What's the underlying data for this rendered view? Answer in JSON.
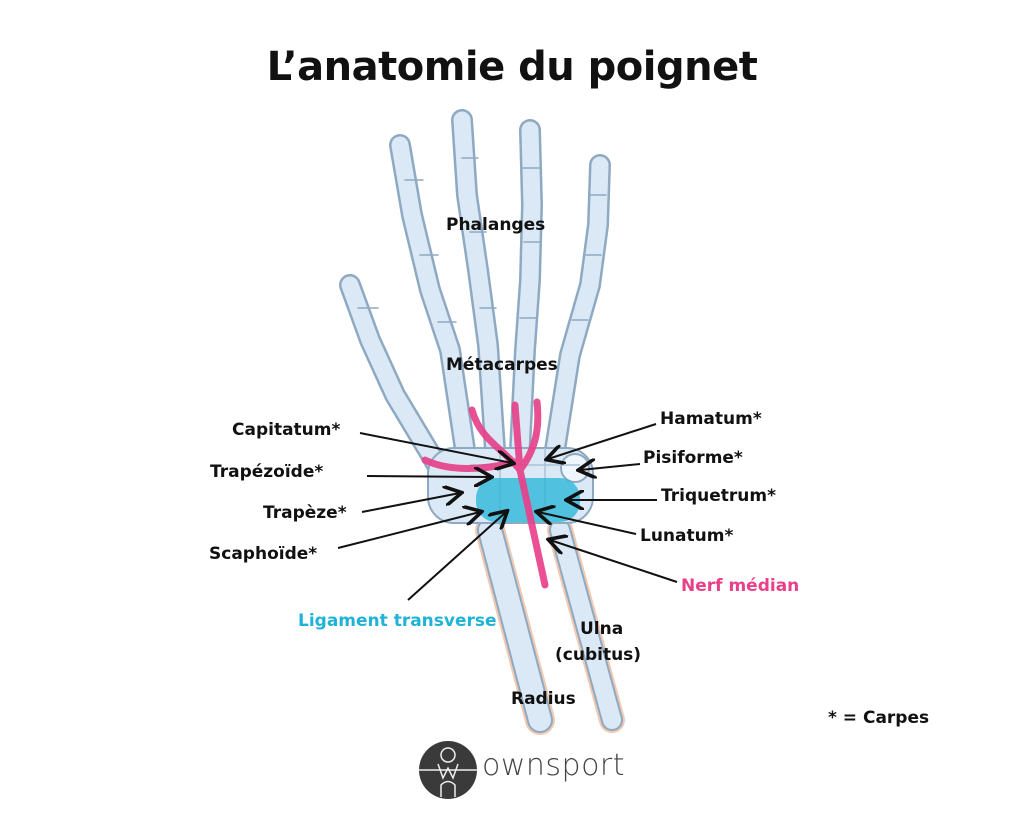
{
  "title": "L’anatomie du poignet",
  "labels": {
    "phalanges": "Phalanges",
    "metacarpes": "Métacarpes",
    "capitatum": "Capitatum*",
    "trapezoide": "Trapézoïde*",
    "trapeze": "Trapèze*",
    "scaphoide": "Scaphoïde*",
    "hamatum": "Hamatum*",
    "pisiforme": "Pisiforme*",
    "triquetrum": "Triquetrum*",
    "lunatum": "Lunatum*",
    "nerf_median": "Nerf médian",
    "ligament": "Ligament transverse",
    "ulna": "Ulna",
    "cubitus": "(cubitus)",
    "radius": "Radius",
    "legend": "* = Carpes"
  },
  "logo": {
    "text": "ownsport",
    "mark": "own"
  },
  "colors": {
    "nerve": "#e8418a",
    "ligament": "#29b6d8",
    "bone": "#dbe9f6",
    "bone_outline": "#8ea9c2"
  }
}
